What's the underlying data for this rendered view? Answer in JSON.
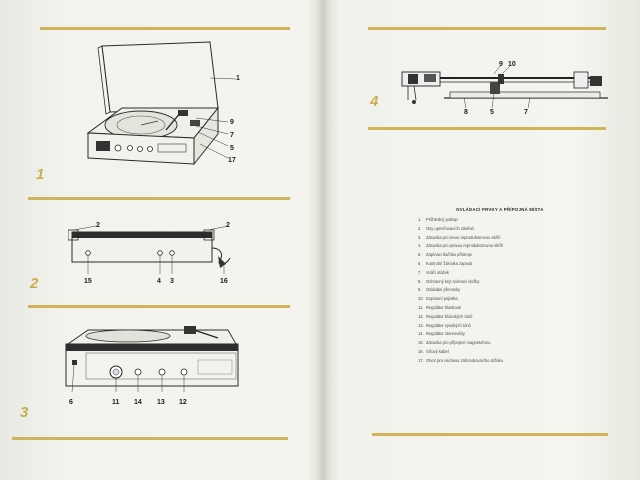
{
  "figures": {
    "fig1": {
      "number": "1",
      "callouts": [
        "1",
        "9",
        "7",
        "5",
        "17"
      ]
    },
    "fig2": {
      "number": "2",
      "callouts": [
        "2",
        "2",
        "15",
        "4",
        "3",
        "16"
      ]
    },
    "fig3": {
      "number": "3",
      "callouts": [
        "6",
        "11",
        "14",
        "13",
        "12"
      ]
    },
    "fig4": {
      "number": "4",
      "callouts": [
        "9",
        "10",
        "8",
        "5",
        "7"
      ]
    }
  },
  "legend": {
    "title": "OVLÁDACÍ PRVKY A PŘÍPOJNÁ MÍSTA",
    "items": [
      {
        "num": "1.",
        "text": "Průhledný poklop"
      },
      {
        "num": "2.",
        "text": "Osy upevňovacích závěsů"
      },
      {
        "num": "3.",
        "text": "Zásuvka pro levou reproduktorovou skříň"
      },
      {
        "num": "4.",
        "text": "Zásuvka pro pravou reproduktorovou skříň"
      },
      {
        "num": "5.",
        "text": "Zapínací tlačítko přístroje"
      },
      {
        "num": "6.",
        "text": "Kontrolní žárovka zapnutí"
      },
      {
        "num": "7.",
        "text": "Voličí otáček"
      },
      {
        "num": "8.",
        "text": "Ochranný kryt snímací vložky"
      },
      {
        "num": "9.",
        "text": "Ovládání přenosky"
      },
      {
        "num": "10.",
        "text": "Dopravní pojistka"
      },
      {
        "num": "11.",
        "text": "Regulátor hlasitosti"
      },
      {
        "num": "12.",
        "text": "Regulátor hlubokých tónů"
      },
      {
        "num": "13.",
        "text": "Regulátor vysokých tónů"
      },
      {
        "num": "14.",
        "text": "Regulátor stereováhy"
      },
      {
        "num": "15.",
        "text": "Zásuvka pro připojení magnetofonu"
      },
      {
        "num": "16.",
        "text": "Síťový kabel"
      },
      {
        "num": "17.",
        "text": "Otvor pro úschovu zašroubovacího držáku"
      }
    ]
  },
  "colors": {
    "accent_gold": "#cfb45a",
    "paper": "#f4f4ef",
    "ink": "#1d1d1d"
  }
}
